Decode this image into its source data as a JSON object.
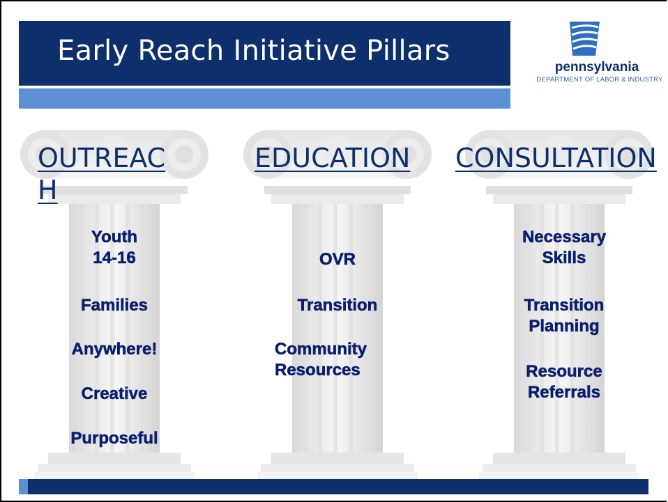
{
  "slide": {
    "title": "Early Reach Initiative Pillars",
    "logo": {
      "name": "pennsylvania",
      "subtitle": "DEPARTMENT OF LABOR & INDUSTRY",
      "icon": "keystone-icon"
    },
    "colors": {
      "title_bar": "#0d2f6b",
      "accent_bar": "#5b91d4",
      "text": "#0b1f6e"
    }
  },
  "pillars": [
    {
      "heading": "OUTREACH",
      "items": [
        "Youth\n14-16",
        "Families",
        "Anywhere!",
        "Creative",
        "Purposeful"
      ]
    },
    {
      "heading": "EDUCATION",
      "items": [
        "OVR",
        "Transition",
        "Community\n Resources"
      ]
    },
    {
      "heading": "CONSULTATION",
      "items": [
        "Necessary\nSkills",
        "Transition\nPlanning",
        "Resource\nReferrals"
      ]
    }
  ]
}
